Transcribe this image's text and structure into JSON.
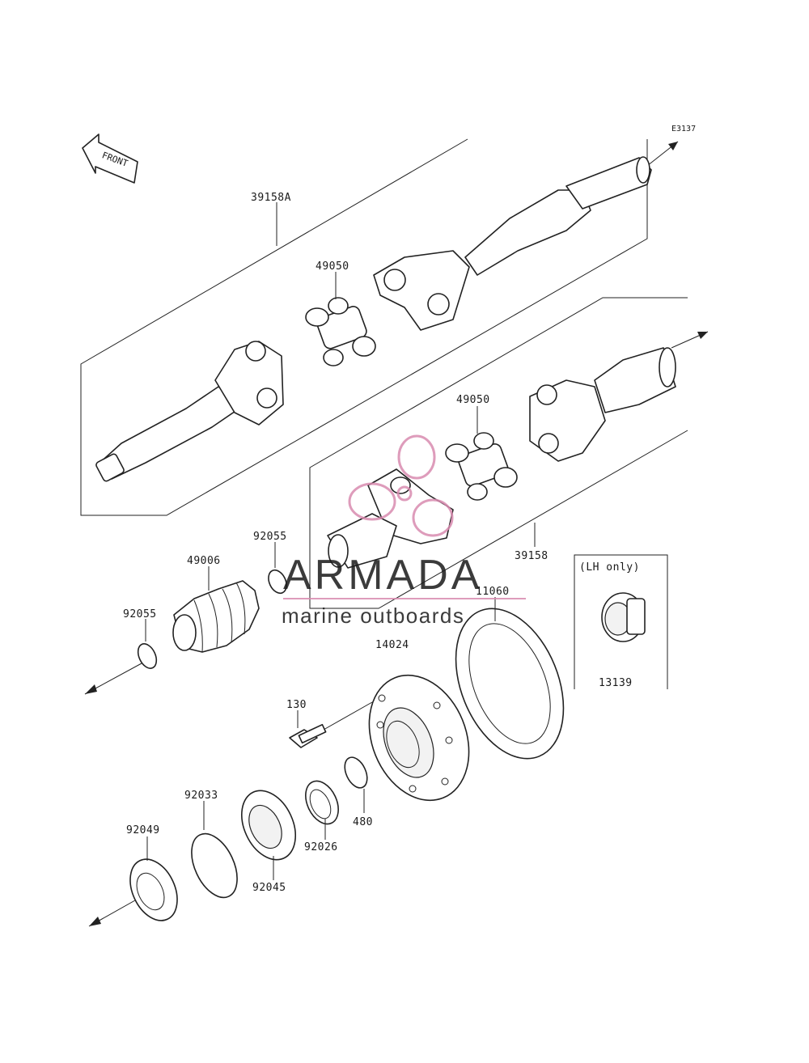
{
  "diagram_code": "E3137",
  "front_label": "FRONT",
  "parts": {
    "p39158A": "39158A",
    "p49050_upper": "49050",
    "p49050_lower": "49050",
    "p39158": "39158",
    "p92055_right": "92055",
    "p49006": "49006",
    "p92055_left": "92055",
    "p11060": "11060",
    "p14024": "14024",
    "p130": "130",
    "p480": "480",
    "p92033": "92033",
    "p92026": "92026",
    "p92049": "92049",
    "p92045": "92045",
    "p13139": "13139"
  },
  "inset_note": "(LH only)",
  "watermark": {
    "brand": "ARMADA",
    "tagline": "marine outboards",
    "color": "#d98bb0"
  }
}
